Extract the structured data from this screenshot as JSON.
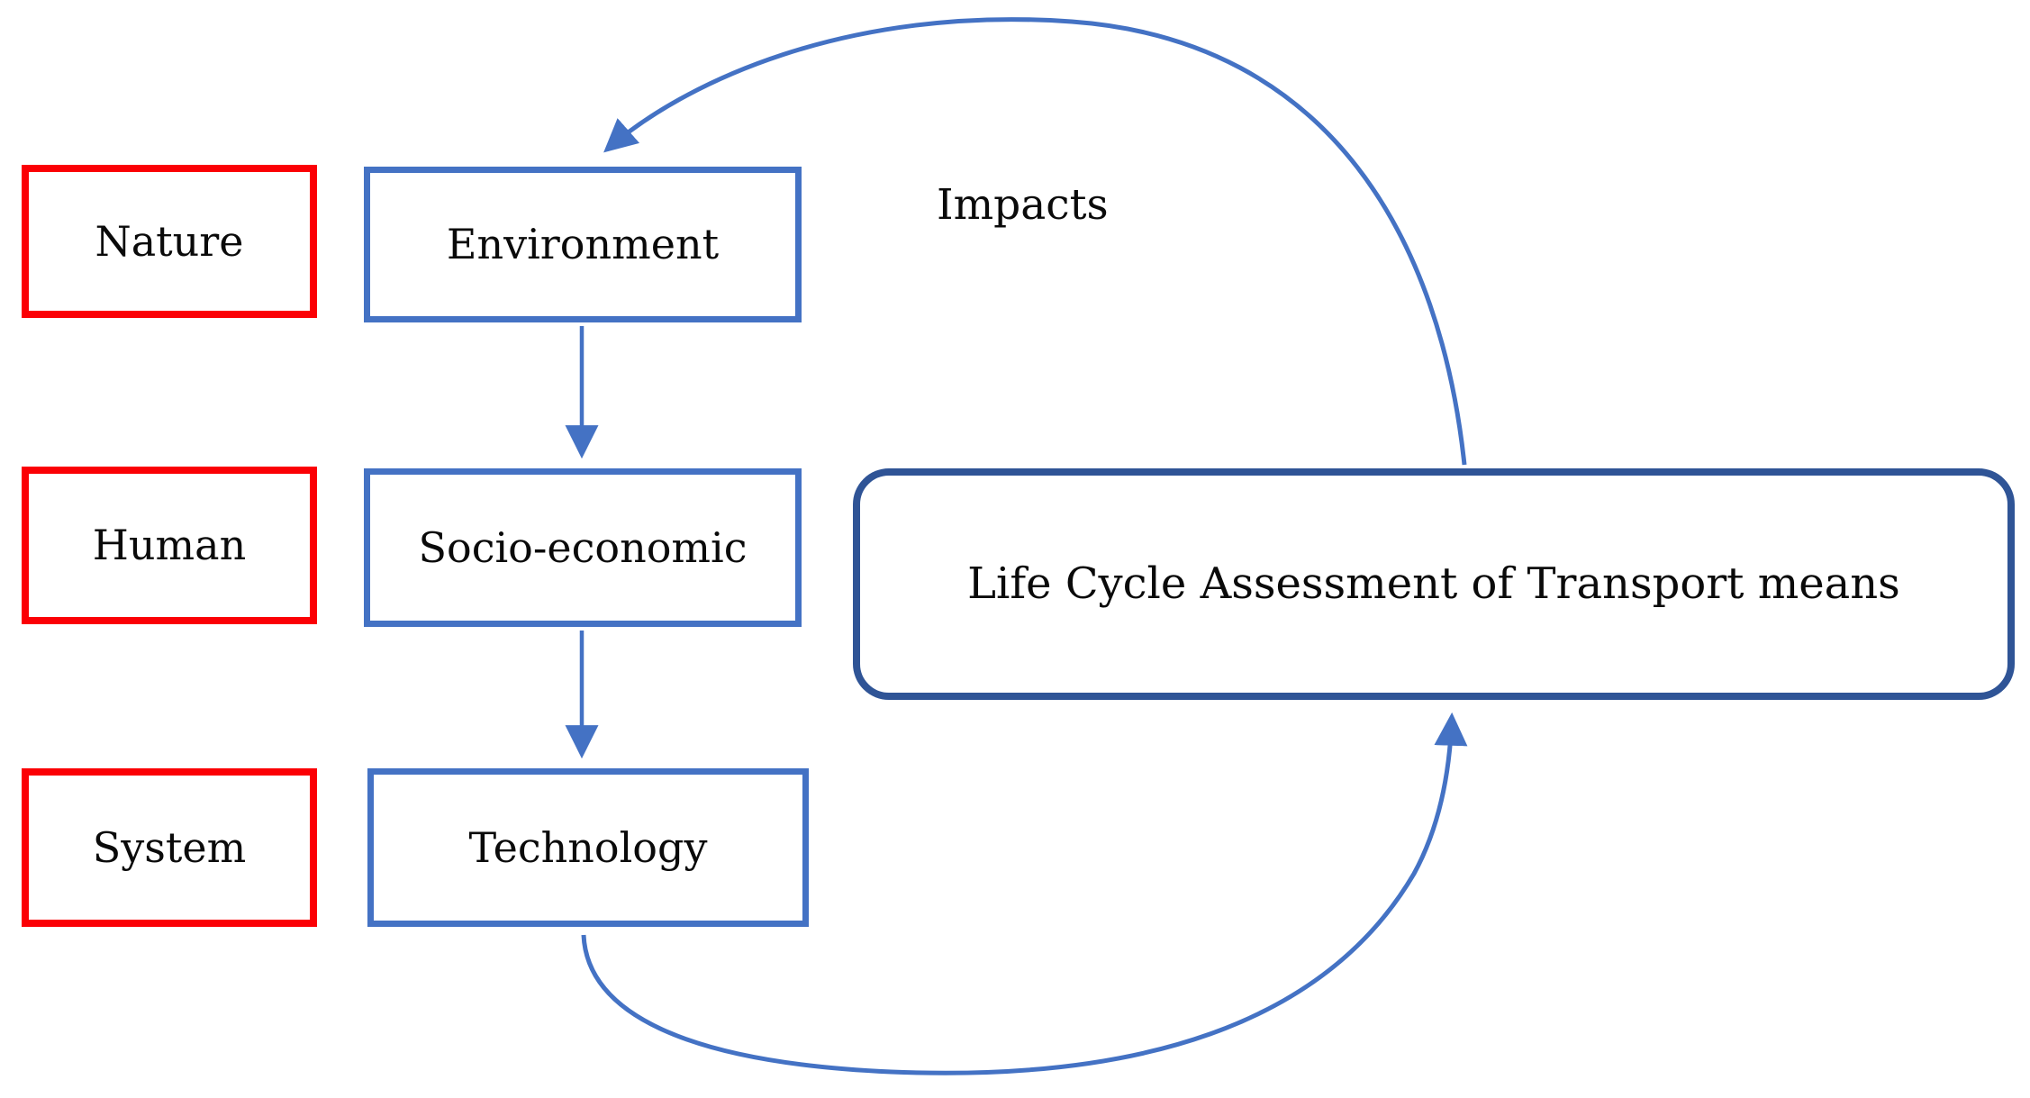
{
  "colors": {
    "red_border": "#fb0005",
    "blue": "#4472c4",
    "dark_blue": "#2f5496",
    "text": "#0a0a0a",
    "background": "#ffffff"
  },
  "left_boxes": [
    {
      "id": "nature",
      "label": "Nature"
    },
    {
      "id": "human",
      "label": "Human"
    },
    {
      "id": "system",
      "label": "System"
    }
  ],
  "flow_boxes": [
    {
      "id": "environment",
      "label": "Environment"
    },
    {
      "id": "socio-economic",
      "label": "Socio-economic"
    },
    {
      "id": "technology",
      "label": "Technology"
    }
  ],
  "lca": {
    "label": "Life Cycle Assessment of Transport means"
  },
  "annotations": {
    "impacts": "Impacts"
  },
  "connections": [
    {
      "from": "Environment",
      "to": "Socio-economic",
      "style": "straight-arrow"
    },
    {
      "from": "Socio-economic",
      "to": "Technology",
      "style": "straight-arrow"
    },
    {
      "from": "Technology",
      "to": "Life Cycle Assessment of Transport means",
      "style": "curved-arrow"
    },
    {
      "from": "Life Cycle Assessment of Transport means",
      "to": "Environment",
      "style": "curved-arrow",
      "label": "Impacts"
    }
  ]
}
